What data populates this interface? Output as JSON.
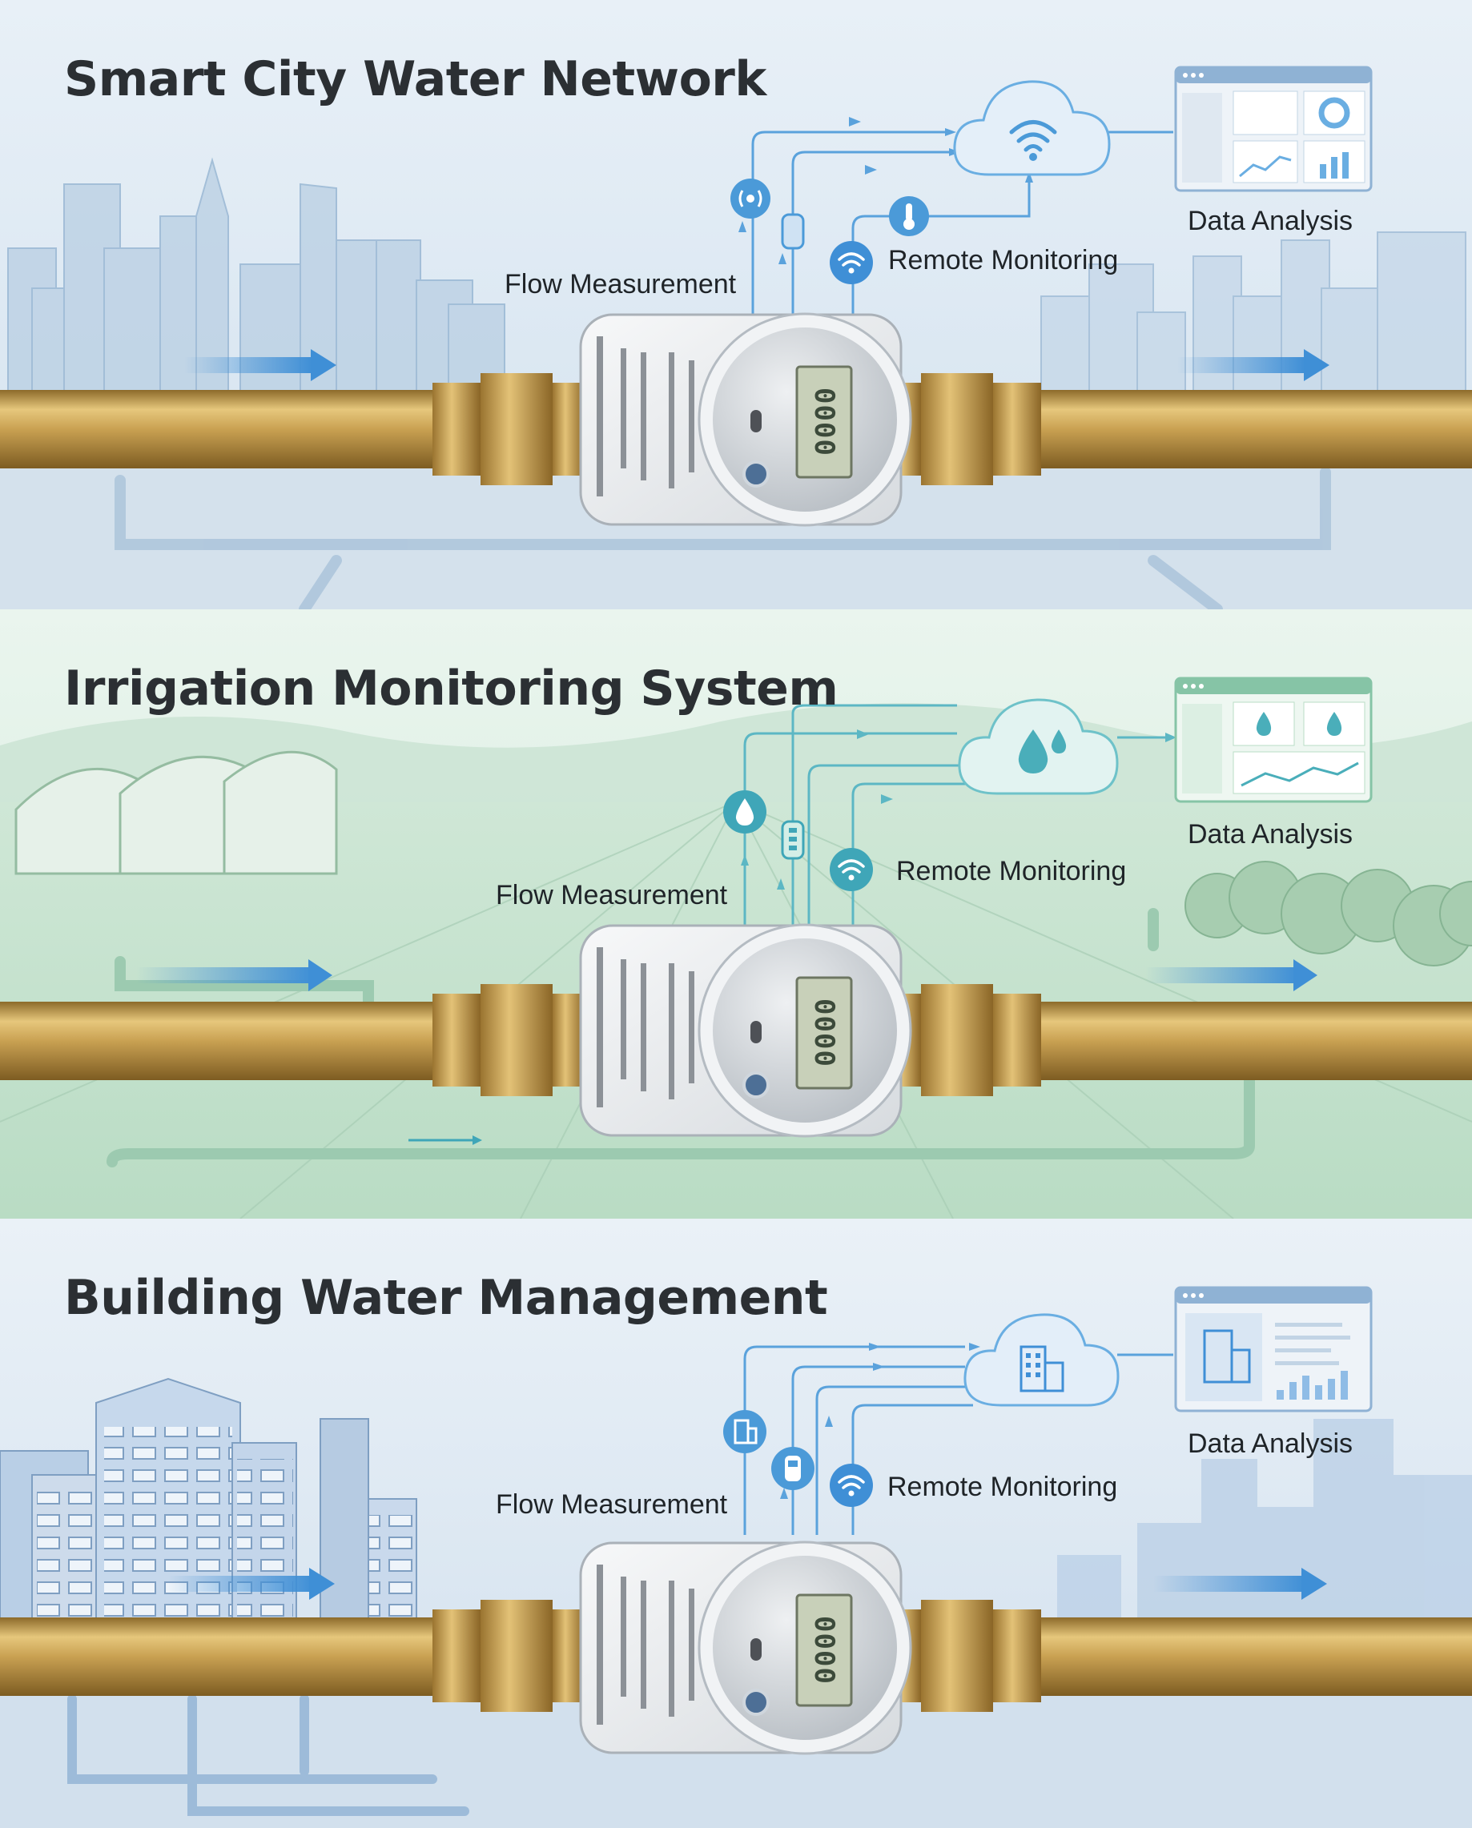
{
  "panels": [
    {
      "title": "Smart City Water Network",
      "labels": {
        "flow": "Flow Measurement",
        "remote": "Remote Monitoring",
        "analysis": "Data Analysis"
      },
      "meter_display": "0000",
      "icons": [
        "broadcast-icon",
        "meter-icon",
        "wifi-icon",
        "thermometer-icon",
        "cloud-wifi-icon",
        "dashboard-icon"
      ],
      "colors": {
        "sky": "#dbe7f2",
        "accent": "#3f8fd6",
        "pipe": "#c9a558"
      }
    },
    {
      "title": "Irrigation Monitoring System",
      "labels": {
        "flow": "Flow Measurement",
        "remote": "Remote Monitoring",
        "analysis": "Data Analysis"
      },
      "meter_display": "0000",
      "icons": [
        "water-drop-icon",
        "battery-icon",
        "wifi-icon",
        "cloud-drop-icon",
        "dashboard-icon"
      ],
      "colors": {
        "sky": "#deefe3",
        "accent": "#3fa6b8",
        "pipe": "#c9a558"
      }
    },
    {
      "title": "Building Water Management",
      "labels": {
        "flow": "Flow Measurement",
        "remote": "Remote Monitoring",
        "analysis": "Data Analysis"
      },
      "meter_display": "0000",
      "icons": [
        "building-icon",
        "meter-icon",
        "wifi-icon",
        "cloud-building-icon",
        "dashboard-icon"
      ],
      "colors": {
        "sky": "#dde8f3",
        "accent": "#3f8fd6",
        "pipe": "#c9a558"
      }
    }
  ]
}
